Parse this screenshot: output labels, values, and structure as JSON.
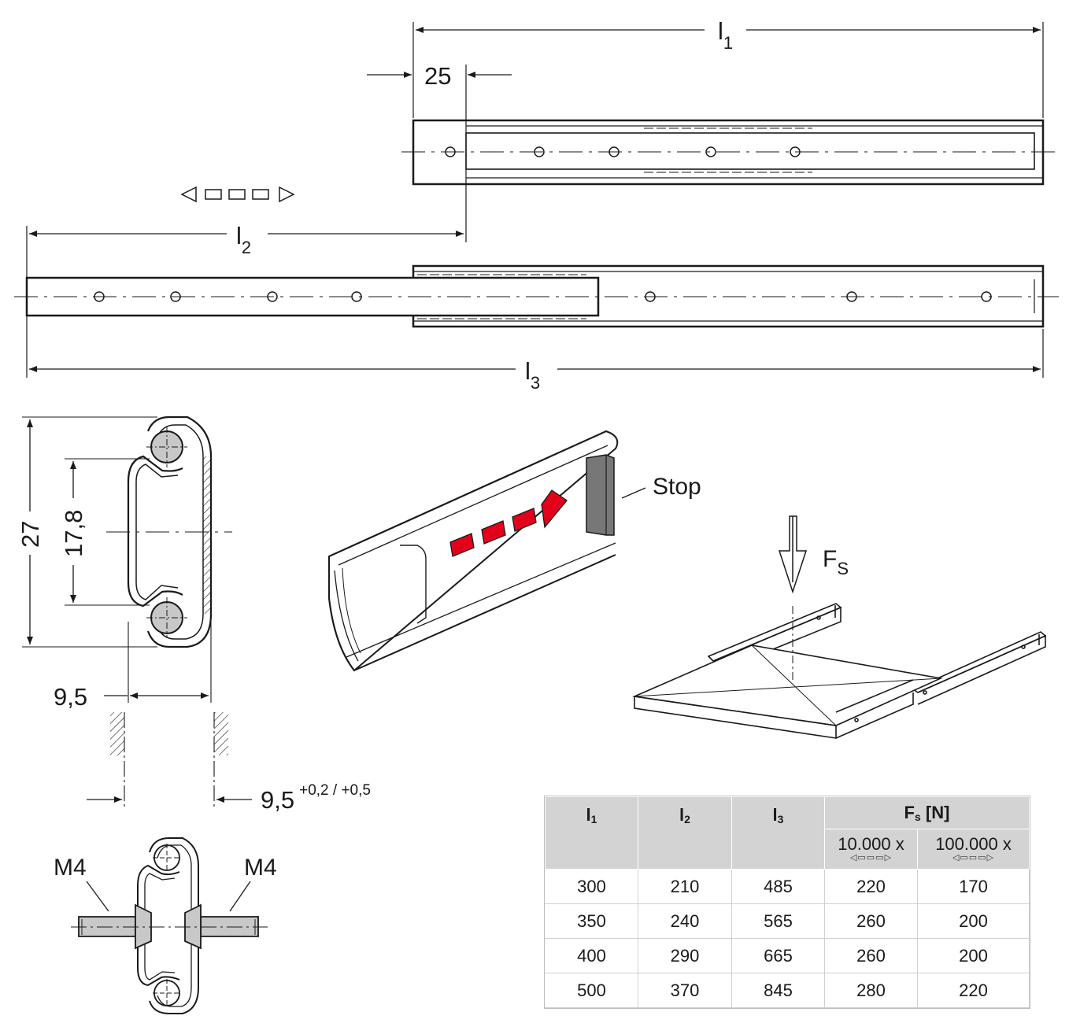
{
  "dimensions": {
    "l1": {
      "base": "l",
      "sub": "1"
    },
    "l2": {
      "base": "l",
      "sub": "2"
    },
    "l3": {
      "base": "l",
      "sub": "3"
    },
    "offset": "25",
    "height": "27",
    "ball_spacing": "17,8",
    "width": "9,5",
    "mount_width": "9,5",
    "mount_tolerance": "+0,2 / +0,5"
  },
  "labels": {
    "stop": "Stop",
    "force": {
      "base": "F",
      "sub": "S"
    },
    "screw_left": "M4",
    "screw_right": "M4",
    "motion_symbol": "◁▭▭▭▷"
  },
  "table": {
    "headers": {
      "l1": {
        "base": "l",
        "sub": "1"
      },
      "l2": {
        "base": "l",
        "sub": "2"
      },
      "l3": {
        "base": "l",
        "sub": "3"
      },
      "fs": {
        "base": "F",
        "sub": "s",
        "unit": "[N]"
      }
    },
    "cycles": [
      {
        "label": "10.000 x",
        "symbol": "◁▭▭▭▷"
      },
      {
        "label": "100.000 x",
        "symbol": "◁▭▭▭▷"
      }
    ],
    "rows": [
      [
        "300",
        "210",
        "485",
        "220",
        "170"
      ],
      [
        "350",
        "240",
        "565",
        "260",
        "200"
      ],
      [
        "400",
        "290",
        "665",
        "260",
        "200"
      ],
      [
        "500",
        "370",
        "845",
        "280",
        "220"
      ]
    ]
  },
  "colors": {
    "line": "#1a1a1a",
    "arrow_red": "#e3001b",
    "stop_gray": "#777777",
    "ball_gray": "#c8c8c8",
    "header_gray": "#d3d3d3"
  }
}
